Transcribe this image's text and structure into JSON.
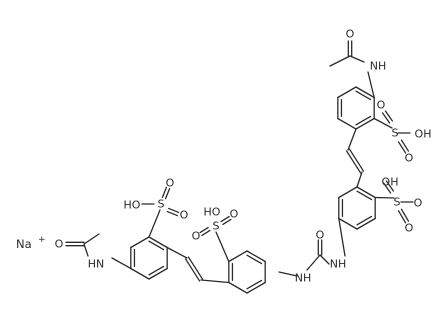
{
  "diagram": {
    "counter_ion": "Na",
    "counter_ion_charge": "+",
    "labels": {
      "o": "O",
      "nh": "NH",
      "hn": "HN",
      "s": "S",
      "oh": "OH",
      "ho": "HO"
    }
  }
}
